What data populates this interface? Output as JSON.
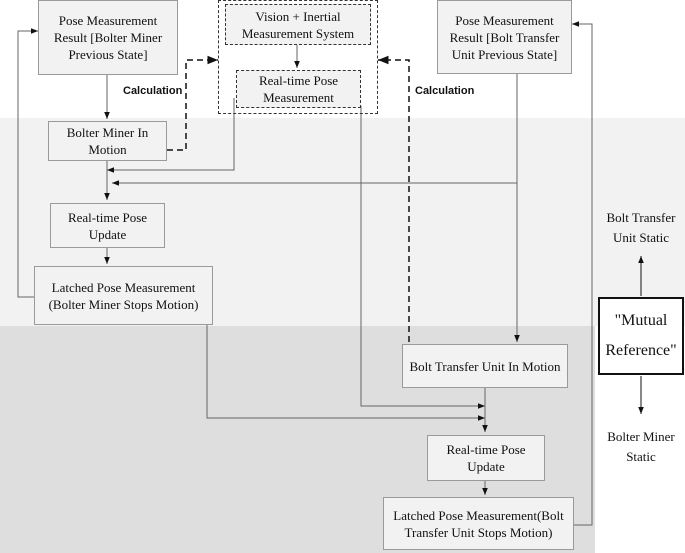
{
  "boxes": {
    "pose_result_bolter": "Pose Measurement Result [Bolter Miner Previous State]",
    "vision_inertial": "Vision + Inertial Measurement System",
    "realtime_pose_measurement": "Real-time Pose Measurement",
    "pose_result_transfer": "Pose Measurement Result [Bolt Transfer Unit Previous State]",
    "bolter_in_motion": "Bolter Miner In Motion",
    "realtime_update_1": "Real-time Pose Update",
    "latched_bolter": "Latched Pose Measurement (Bolter Miner Stops Motion)",
    "transfer_in_motion": "Bolt Transfer Unit In Motion",
    "realtime_update_2": "Real-time Pose Update",
    "latched_transfer": "Latched Pose Measurement(Bolt Transfer Unit Stops Motion)"
  },
  "labels": {
    "calc_left": "Calculation",
    "calc_right": "Calculation"
  },
  "side": {
    "top": "Bolt Transfer Unit Static",
    "mutual": "\"Mutual Reference\"",
    "bottom": "Bolter Miner Static"
  },
  "colors": {
    "band_light": "#f2f2f2",
    "band_dark": "#dedede",
    "box_fill": "#f2f2f2",
    "box_border": "#9a9a9a",
    "line": "#555555"
  }
}
